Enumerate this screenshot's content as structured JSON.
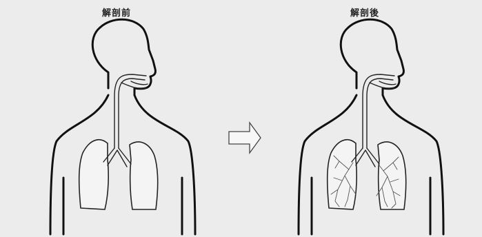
{
  "panels": {
    "before": {
      "title": "解剖前"
    },
    "after": {
      "title": "解剖後"
    }
  },
  "arrow": {
    "direction": "right"
  }
}
